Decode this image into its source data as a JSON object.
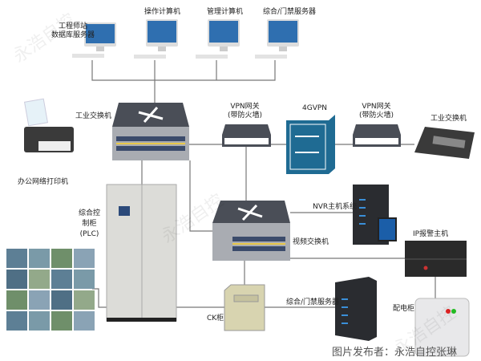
{
  "labels": {
    "eng_station_1": "工程师站",
    "eng_station_2": "数据库服务器",
    "operator_pc": "操作计算机",
    "mgmt_pc": "管理计算机",
    "access_server_top": "综合/门禁服务器",
    "industrial_switch_main": "工业交换机",
    "vpn1_1": "VPN网关",
    "vpn1_2": "(带防火墙)",
    "fourg_vpn": "4GVPN",
    "vpn2_1": "VPN网关",
    "vpn2_2": "(带防火墙)",
    "industrial_switch_remote": "工业交换机",
    "printer": "办公网络打印机",
    "plc_1": "综合控",
    "plc_2": "制柜",
    "plc_3": "(PLC)",
    "nvr": "NVR主机系统",
    "video_switch": "视频交换机",
    "ip_alarm": "IP报警主机",
    "ck": "CK柜",
    "access_server_bottom": "综合/门禁服务器",
    "power_cabinet": "配电柜"
  },
  "watermark": "永浩自控",
  "credit": "图片发布者：永浩自控张琳",
  "colors": {
    "line": "#777777",
    "device_dark": "#4a4e57",
    "vpn_blue": "#1f6b93",
    "port_yellow": "#e8c84a"
  }
}
